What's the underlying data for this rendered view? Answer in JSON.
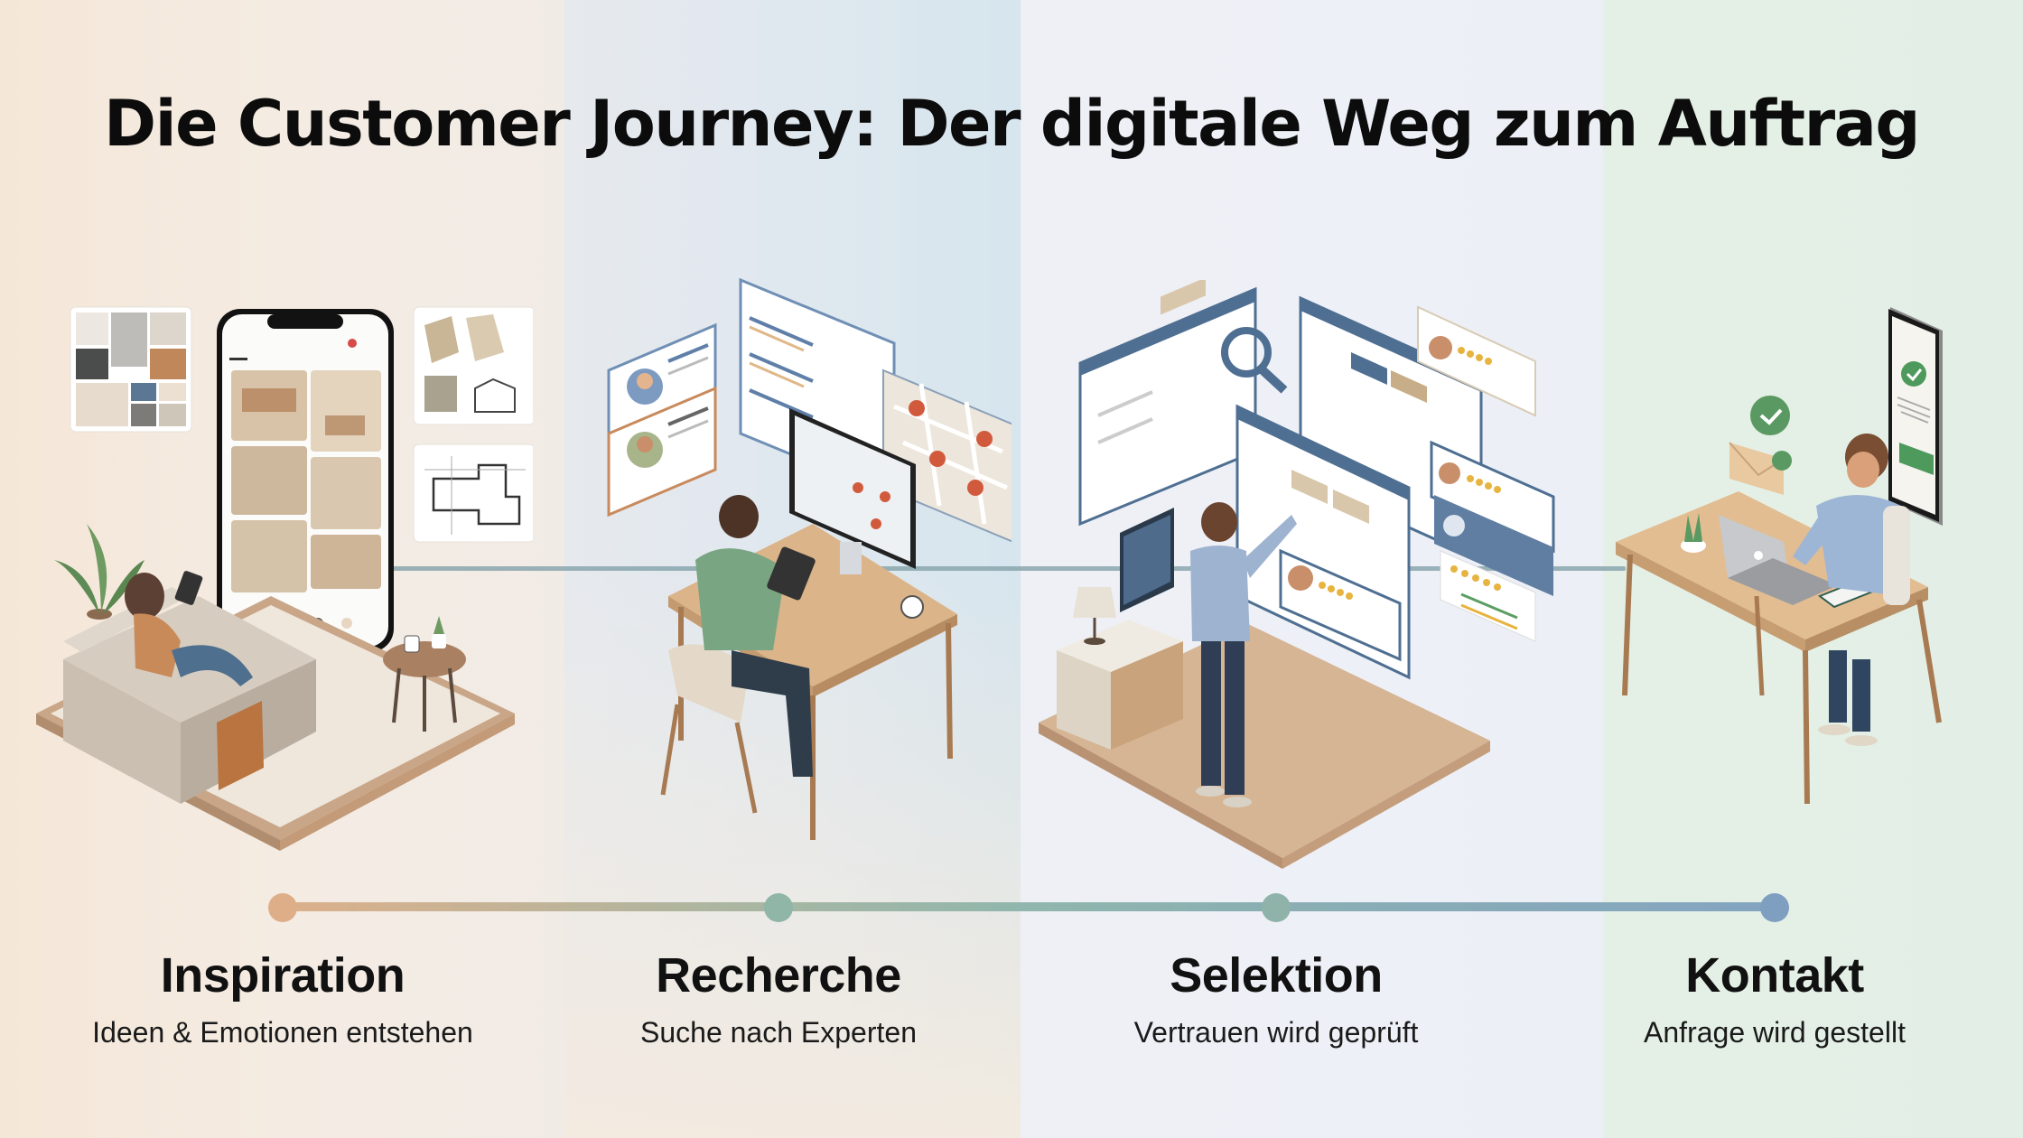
{
  "title": "Die Customer Journey: Der digitale Weg zum Auftrag",
  "colors": {
    "dot_inspiration": "#DDAE88",
    "dot_recherche": "#8FB6A7",
    "dot_selektion": "#8FB3A8",
    "dot_kontakt": "#7F9FC0",
    "mid_line": "#8AA6AD",
    "title_text": "#0C0C0C"
  },
  "stages": [
    {
      "id": "inspiration",
      "title": "Inspiration",
      "subtitle": "Ideen & Emotionen entstehen",
      "illustration": "woman-on-sofa-with-smartphone-moodboard-icon"
    },
    {
      "id": "recherche",
      "title": "Recherche",
      "subtitle": "Suche nach Experten",
      "illustration": "man-at-desk-with-map-and-profiles-icon"
    },
    {
      "id": "selektion",
      "title": "Selektion",
      "subtitle": "Vertrauen wird geprüft",
      "illustration": "man-comparing-reviews-and-tables-icon"
    },
    {
      "id": "kontakt",
      "title": "Kontakt",
      "subtitle": "Anfrage wird gestellt",
      "illustration": "man-at-laptop-sending-request-icon"
    }
  ]
}
